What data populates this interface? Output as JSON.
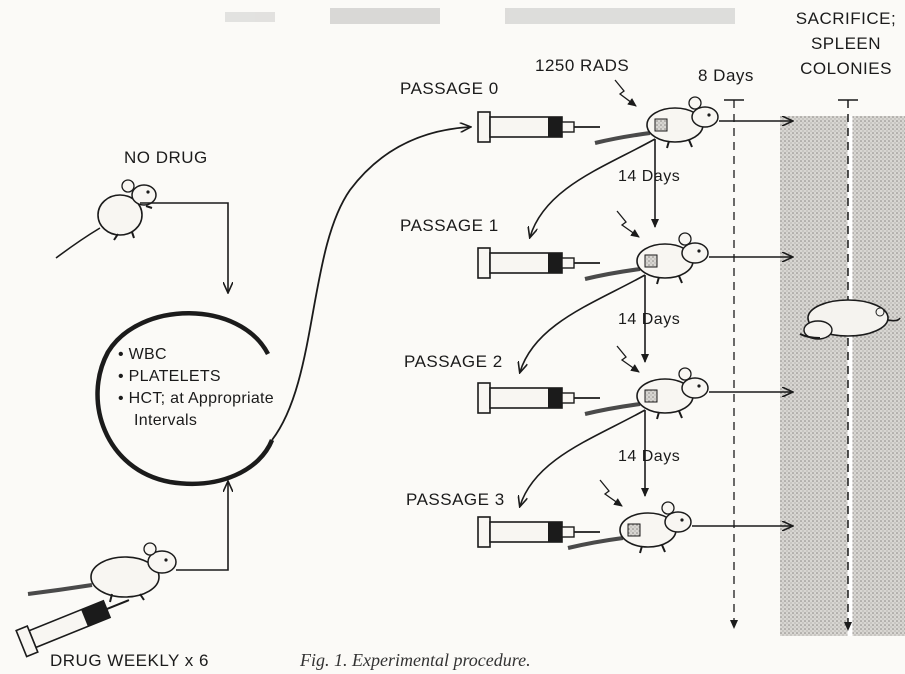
{
  "labels": {
    "no_drug": "NO DRUG",
    "drug_weekly": "DRUG WEEKLY x 6",
    "rads": "1250 RADS",
    "eight_days": "8 Days",
    "sacrifice": [
      "SACRIFICE;",
      "SPLEEN",
      "COLONIES"
    ],
    "passages": [
      "PASSAGE 0",
      "PASSAGE 1",
      "PASSAGE 2",
      "PASSAGE 3"
    ],
    "interval": "14 Days"
  },
  "bullets": [
    "• WBC",
    "• PLATELETS",
    "• HCT; at Appropriate",
    "Intervals"
  ],
  "caption": "Fig. 1.  Experimental procedure."
}
